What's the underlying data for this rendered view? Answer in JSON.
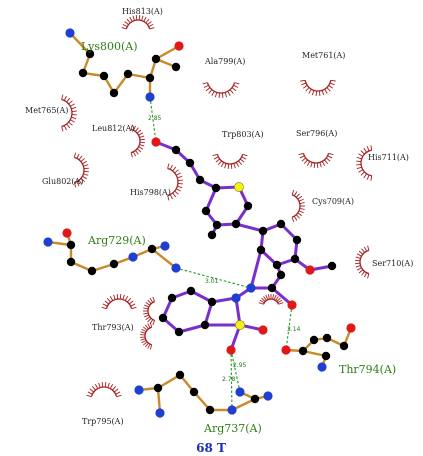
{
  "title": "68 T",
  "colors": {
    "ligand_bond": "#7b2fc9",
    "residue_bond": "#c98a2a",
    "carbon": "#000000",
    "nitrogen": "#1f3fd0",
    "oxygen": "#e01818",
    "sulfur": "#f2ef1a",
    "hbond": "#1f9a1f",
    "hydrophobic_arc": "#a62020",
    "hbond_residue_label": "#2e7d12"
  },
  "hbond_residues": [
    "Lys800(A)",
    "Arg729(A)",
    "Arg737(A)",
    "Thr794(A)"
  ],
  "hydrophobic_residues": [
    "His813(A)",
    "Ala799(A)",
    "Met761(A)",
    "Met765(A)",
    "Leu812(A)",
    "Trp803(A)",
    "Ser796(A)",
    "His711(A)",
    "Glu802(A)",
    "His798(A)",
    "Cys709(A)",
    "Ser710(A)",
    "Thr793(A)",
    "Trp795(A)"
  ],
  "hbond_distances": [
    "2.85",
    "3.01",
    "3.14",
    "2.95",
    "2.78"
  ]
}
